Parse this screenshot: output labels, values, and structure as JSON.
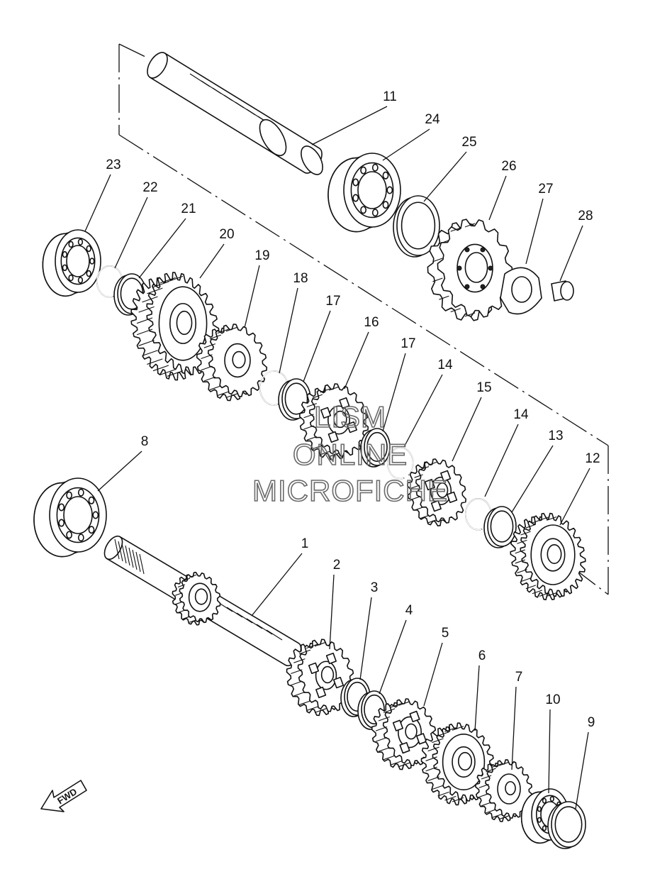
{
  "watermark": {
    "line1": "LISM",
    "line2": "ONLINE",
    "line3": "MICROFICHE"
  },
  "direction_label": "FWD",
  "callouts": [
    {
      "id": "1",
      "label": "1"
    },
    {
      "id": "2",
      "label": "2"
    },
    {
      "id": "3",
      "label": "3"
    },
    {
      "id": "4",
      "label": "4"
    },
    {
      "id": "5",
      "label": "5"
    },
    {
      "id": "6",
      "label": "6"
    },
    {
      "id": "7",
      "label": "7"
    },
    {
      "id": "8",
      "label": "8"
    },
    {
      "id": "9",
      "label": "9"
    },
    {
      "id": "10",
      "label": "10"
    },
    {
      "id": "11",
      "label": "11"
    },
    {
      "id": "12",
      "label": "12"
    },
    {
      "id": "13",
      "label": "13"
    },
    {
      "id": "14a",
      "label": "14"
    },
    {
      "id": "14b",
      "label": "14"
    },
    {
      "id": "15",
      "label": "15"
    },
    {
      "id": "16",
      "label": "16"
    },
    {
      "id": "17a",
      "label": "17"
    },
    {
      "id": "17b",
      "label": "17"
    },
    {
      "id": "18",
      "label": "18"
    },
    {
      "id": "19",
      "label": "19"
    },
    {
      "id": "20",
      "label": "20"
    },
    {
      "id": "21",
      "label": "21"
    },
    {
      "id": "22",
      "label": "22"
    },
    {
      "id": "23",
      "label": "23"
    },
    {
      "id": "24",
      "label": "24"
    },
    {
      "id": "25",
      "label": "25"
    },
    {
      "id": "26",
      "label": "26"
    },
    {
      "id": "27",
      "label": "27"
    },
    {
      "id": "28",
      "label": "28"
    }
  ]
}
